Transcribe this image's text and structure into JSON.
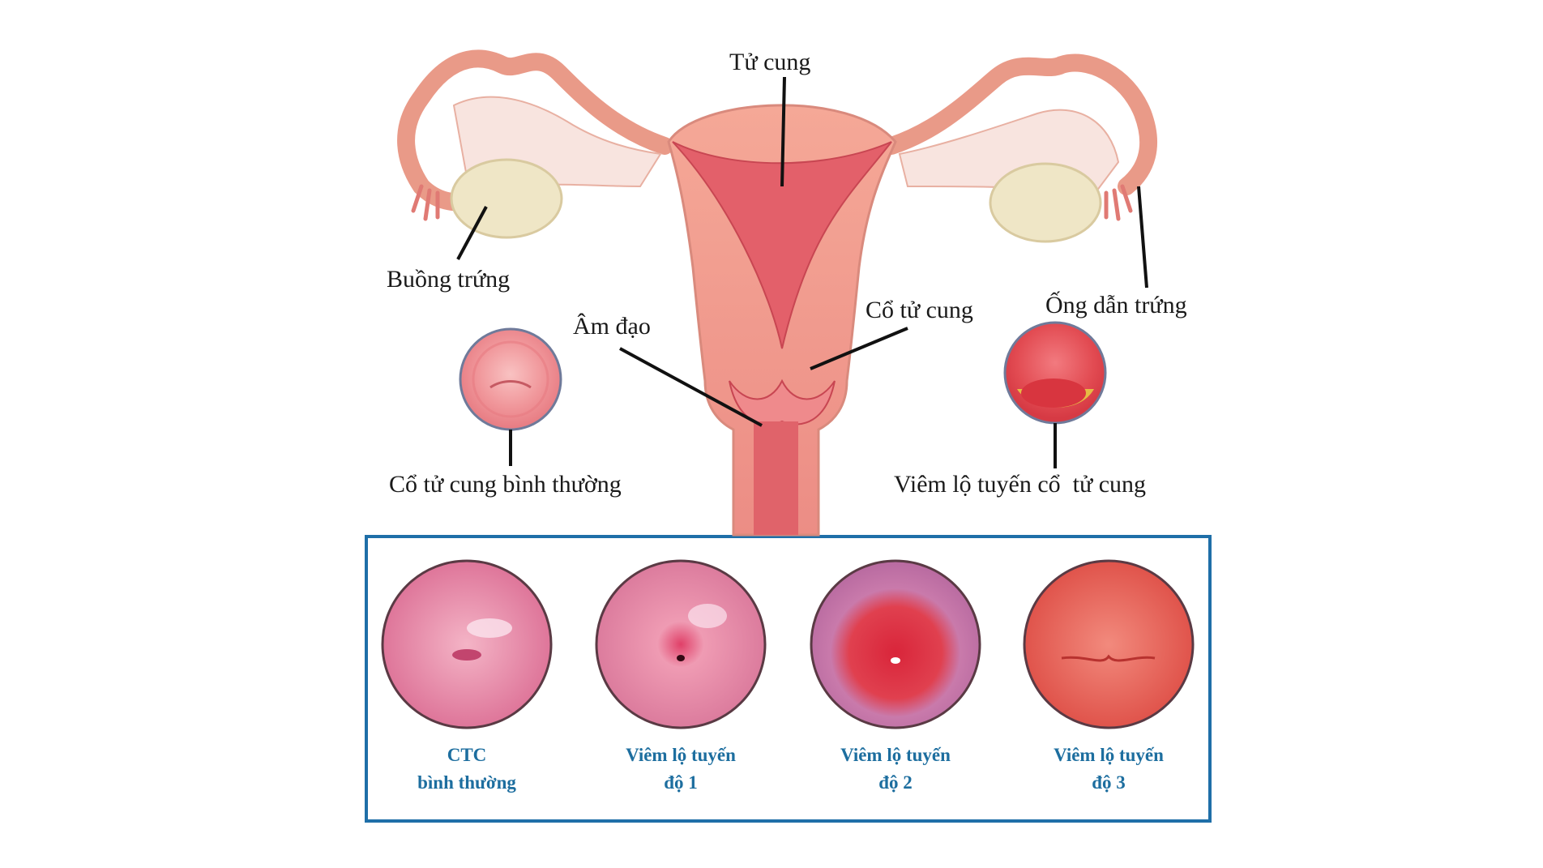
{
  "diagram": {
    "title": "",
    "colors": {
      "box_border": "#1f6fa8",
      "caption_text": "#1d6e9f",
      "label_text": "#1a1a1a",
      "tissue_outer": "#f0a294",
      "tissue_inner": "#d94a55",
      "ovary": "#efe6c6"
    },
    "anatomy_labels": {
      "uterus": "Tử cung",
      "ovary": "Buồng trứng",
      "fallopian_tube": "Ống dẫn trứng",
      "vagina": "Âm đạo",
      "cervix": "Cổ tử cung",
      "normal_cervix": "Cổ tử cung bình thường",
      "cervical_ectropion": "Viêm lộ tuyến cổ  tử cung"
    },
    "stages": [
      {
        "line1": "CTC",
        "line2": "bình thường"
      },
      {
        "line1": "Viêm lộ tuyến",
        "line2": "độ 1"
      },
      {
        "line1": "Viêm lộ tuyến",
        "line2": "độ 2"
      },
      {
        "line1": "Viêm lộ tuyến",
        "line2": "độ 3"
      }
    ]
  }
}
